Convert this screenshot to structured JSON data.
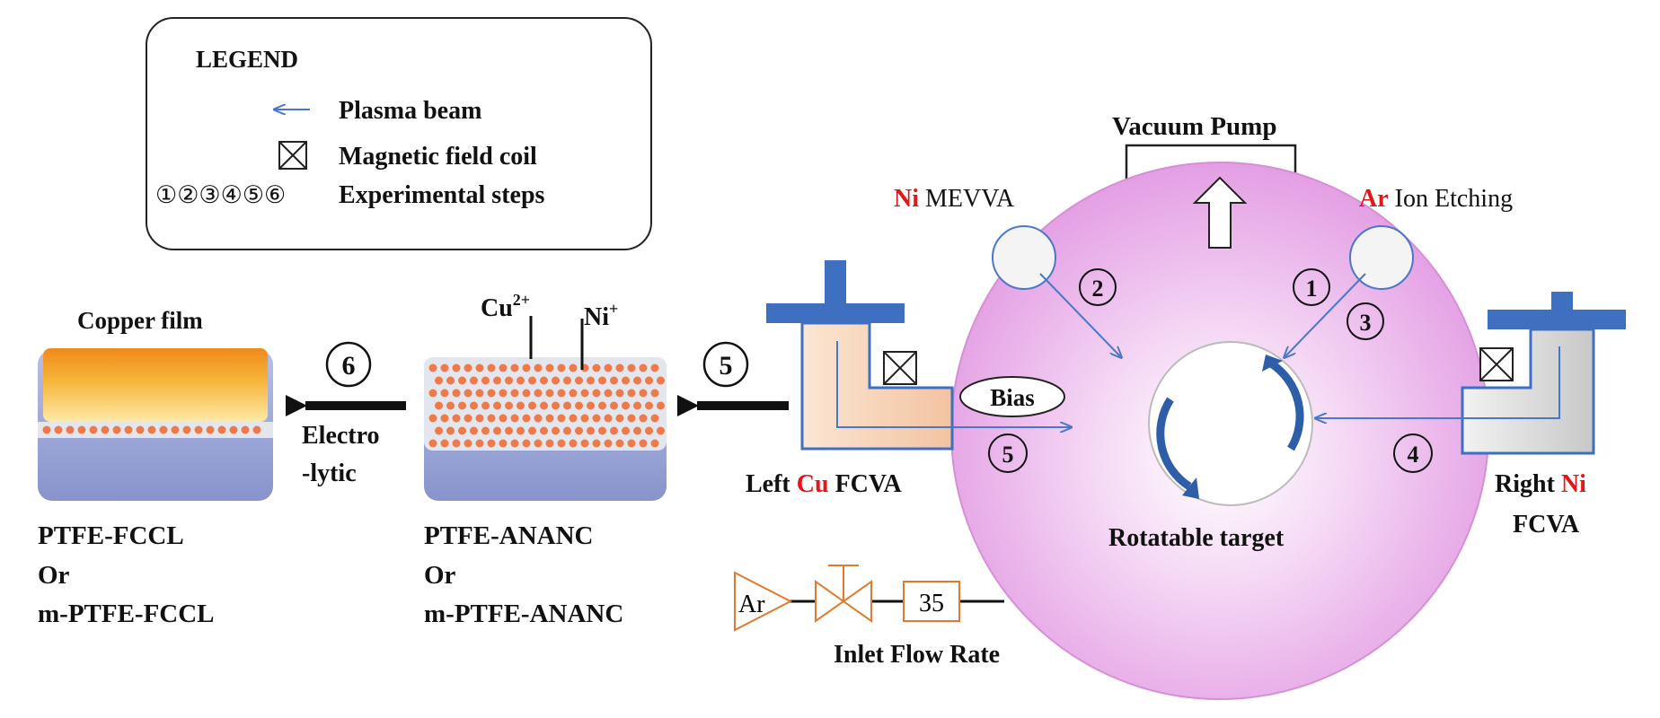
{
  "legend": {
    "title": "LEGEND",
    "plasma_beam": "Plasma beam",
    "magnetic_coil": "Magnetic field coil",
    "steps_glyphs": "①②③④⑤⑥",
    "steps_label": "Experimental steps"
  },
  "chamber": {
    "vacuum_pump": "Vacuum Pump",
    "ni_mevva_element": "Ni",
    "ni_mevva_rest": " MEVVA",
    "ar_etch_element": "Ar",
    "ar_etch_rest": " Ion Etching",
    "bias": "Bias",
    "rotatable_target": "Rotatable target"
  },
  "sources": {
    "left_prefix": "Left ",
    "left_element": "Cu",
    "left_suffix": " FCVA",
    "right_prefix": "Right ",
    "right_element": "Ni",
    "right_suffix": "FCVA"
  },
  "gas": {
    "gas": "Ar",
    "flow_value": "35",
    "flow_label": "Inlet Flow Rate"
  },
  "samples": {
    "copper_film": "Copper film",
    "ion_cu": "Cu",
    "ion_cu_charge": "2+",
    "ion_ni": "Ni",
    "ion_ni_charge": "+",
    "electro_1": "Electro",
    "electro_2": "-lytic",
    "fccl_1": "PTFE-FCCL",
    "fccl_2": "Or",
    "fccl_3": "m-PTFE-FCCL",
    "ananc_1": "PTFE-ANANC",
    "ananc_2": "Or",
    "ananc_3": "m-PTFE-ANANC"
  },
  "steps": {
    "s1": "1",
    "s2": "2",
    "s3": "3",
    "s4": "4",
    "s5_chamber": "5",
    "s5_arrow": "5",
    "s6": "6"
  },
  "colors": {
    "chamber": "#e8a6e8",
    "source_blue": "#3f6fc0",
    "element_red": "#e01818",
    "cu_body": "#f7d2b4",
    "ni_body": "#d9d9d9",
    "copper": "#f1a623",
    "substrate": "#9aa6d8",
    "dot": "#ee7a4a"
  }
}
